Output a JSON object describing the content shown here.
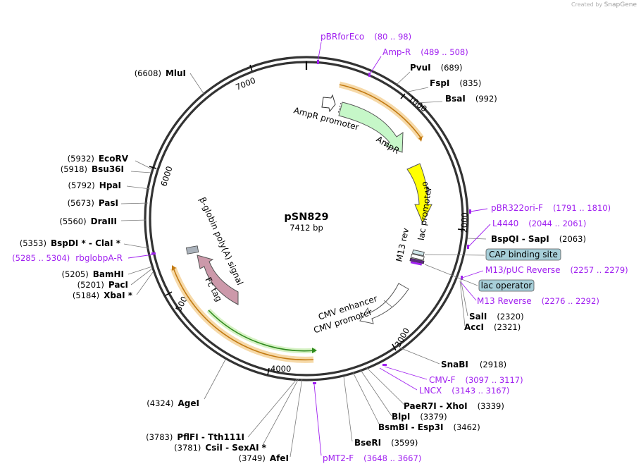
{
  "credit": {
    "prefix": "Created by",
    "brand": "SnapGene"
  },
  "plasmid": {
    "name": "pSN829",
    "size_label": "7412 bp",
    "length": 7412
  },
  "ticks": [
    "1000",
    "2000",
    "3000",
    "4000",
    "5000",
    "6000",
    "7000"
  ],
  "features": {
    "amp_promoter": "AmpR promoter",
    "ampr": "AmpR",
    "ori": "ori",
    "lac_promoter": "lac promoter",
    "m13_rev": "M13 rev",
    "cmv_enhancer": "CMV enhancer",
    "cmv_promoter": "CMV promoter",
    "bglobin": "β-globin poly(A) signal",
    "fc_tag": "Fc tag"
  },
  "boxes": {
    "cap": "CAP binding site",
    "lac_operator": "lac operator"
  },
  "sites": [
    {
      "name": "MluI",
      "pos": "(6608)"
    },
    {
      "name": "PvuI",
      "pos": "(689)"
    },
    {
      "name": "FspI",
      "pos": "(835)"
    },
    {
      "name": "BsaI",
      "pos": "(992)"
    },
    {
      "name": "EcoRV",
      "pos": "(5932)"
    },
    {
      "name": "Bsu36I",
      "pos": "(5918)"
    },
    {
      "name": "HpaI",
      "pos": "(5792)"
    },
    {
      "name": "PasI",
      "pos": "(5673)"
    },
    {
      "name": "DraIII",
      "pos": "(5560)"
    },
    {
      "name": "BspDI *  -  ClaI *",
      "pos": "(5353)"
    },
    {
      "name": "BamHI",
      "pos": "(5205)"
    },
    {
      "name": "PacI",
      "pos": "(5201)"
    },
    {
      "name": "XbaI *",
      "pos": "(5184)"
    },
    {
      "name": "BspQI  -  SapI",
      "pos": "(2063)"
    },
    {
      "name": "SalI",
      "pos": "(2320)"
    },
    {
      "name": "AccI",
      "pos": "(2321)"
    },
    {
      "name": "SnaBI",
      "pos": "(2918)"
    },
    {
      "name": "PaeR7I  -  XhoI",
      "pos": "(3339)"
    },
    {
      "name": "BlpI",
      "pos": "(3379)"
    },
    {
      "name": "BsmBI  -  Esp3I",
      "pos": "(3462)"
    },
    {
      "name": "BseRI",
      "pos": "(3599)"
    },
    {
      "name": "AgeI",
      "pos": "(4324)"
    },
    {
      "name": "PflFI  -  Tth111I",
      "pos": "(3783)"
    },
    {
      "name": "CsiI  -  SexAI *",
      "pos": "(3781)"
    },
    {
      "name": "AfeI",
      "pos": "(3749)"
    }
  ],
  "primers": [
    {
      "name": "pBRforEco",
      "pos": "(80 .. 98)"
    },
    {
      "name": "Amp-R",
      "pos": "(489 .. 508)"
    },
    {
      "name": "pBR322ori-F",
      "pos": "(1791 .. 1810)"
    },
    {
      "name": "L4440",
      "pos": "(2044 .. 2061)"
    },
    {
      "name": "M13/pUC Reverse",
      "pos": "(2257 .. 2279)"
    },
    {
      "name": "M13 Reverse",
      "pos": "(2276 .. 2292)"
    },
    {
      "name": "CMV-F",
      "pos": "(3097 .. 3117)"
    },
    {
      "name": "LNCX",
      "pos": "(3143 .. 3167)"
    },
    {
      "name": "pMT2-F",
      "pos": "(3648 .. 3667)"
    },
    {
      "name": "rbglobpA-R",
      "pos": "(5285 .. 5304)"
    }
  ],
  "colors": {
    "ampr": "#c6f7c8",
    "ori": "#ffff00",
    "fc": "#cc99aa",
    "cmv": "#ffffff",
    "promoter": "#ffffff",
    "primer": "#a020f0",
    "box": "#a7cfd9",
    "orf_highlight": "#f6d9a8",
    "orf_line": "#c27a12",
    "green_line": "#2f8a1e"
  }
}
